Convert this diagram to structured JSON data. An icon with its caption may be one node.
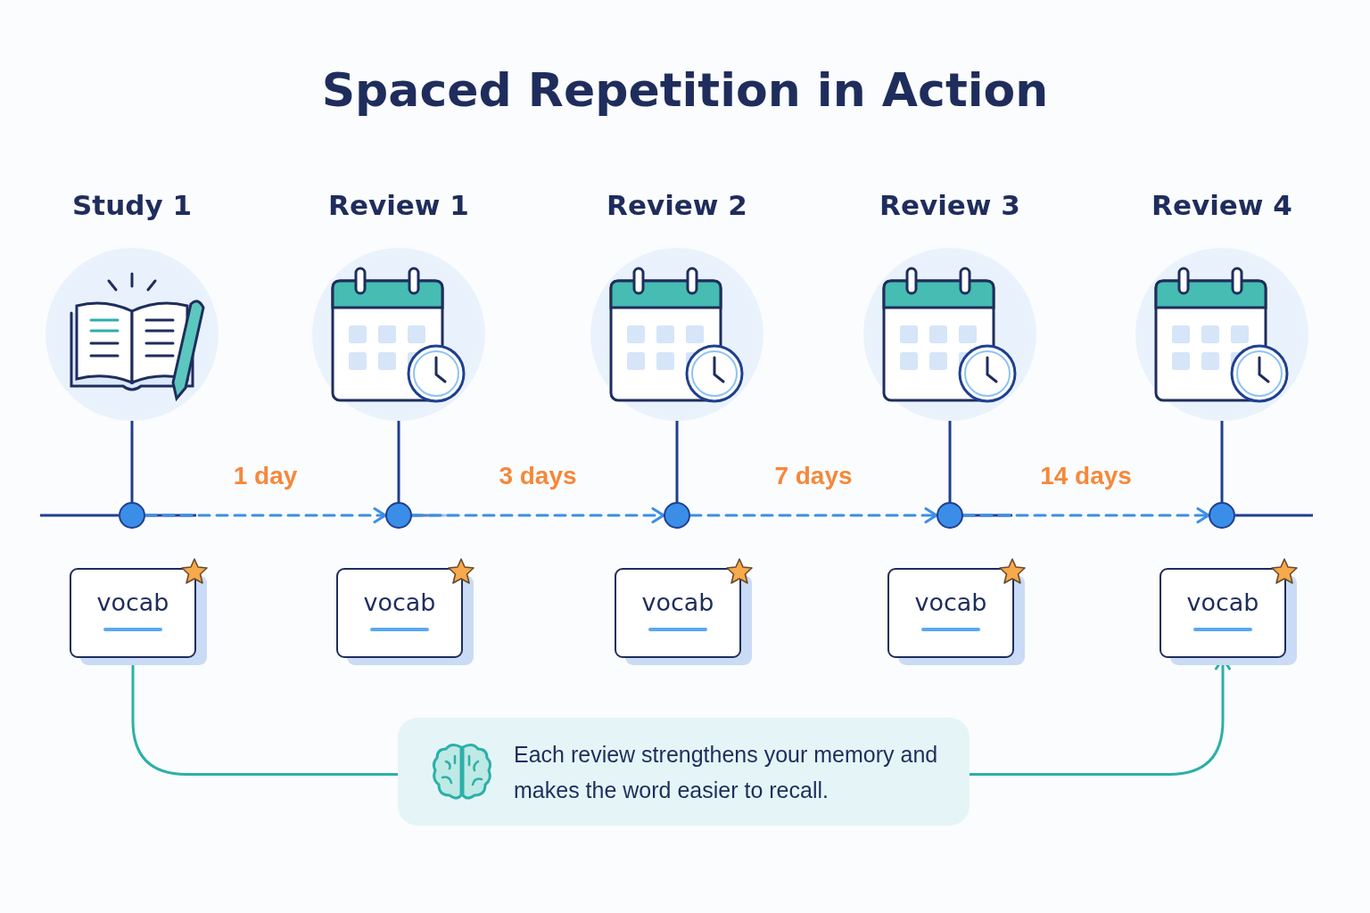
{
  "diagram": {
    "title": "Spaced Repetition in Action",
    "nodes": [
      {
        "text": [
          "Study 1"
        ]
      },
      {
        "text": [
          "Review 1"
        ]
      },
      {
        "text": [
          "Review 2"
        ]
      },
      {
        "text": [
          "Review 3"
        ]
      },
      {
        "text": [
          "Review 4"
        ]
      },
      {
        "text": [],
        "shape": "circle"
      },
      {
        "text": [],
        "shape": "circle"
      },
      {
        "text": [],
        "shape": "circle"
      },
      {
        "text": [],
        "shape": "circle"
      },
      {
        "text": [],
        "shape": "circle"
      },
      {
        "text": [
          "vocab"
        ]
      },
      {
        "text": [
          "vocab"
        ]
      },
      {
        "text": [
          "vocab"
        ]
      },
      {
        "text": [
          "vocab"
        ]
      },
      {
        "text": [
          "vocab"
        ]
      },
      {
        "text": [
          "Each review strengthens your memory and makes the word easier to recall."
        ]
      }
    ],
    "edges": [
      {
        "from": 0,
        "to": 5,
        "arrow": "none"
      },
      {
        "from": 1,
        "to": 6,
        "arrow": "none"
      },
      {
        "from": 2,
        "to": 7,
        "arrow": "none"
      },
      {
        "from": 3,
        "to": 8,
        "arrow": "none"
      },
      {
        "from": 4,
        "to": 9,
        "arrow": "none"
      },
      {
        "from": 5,
        "to": 6,
        "arrow": "to",
        "label": "1 day",
        "style": "dashed",
        "color": "#3b8ee8"
      },
      {
        "from": 6,
        "to": 7,
        "arrow": "to",
        "label": "3 days",
        "style": "dashed",
        "color": "#3b8ee8"
      },
      {
        "from": 7,
        "to": 8,
        "arrow": "to",
        "label": "7 days",
        "style": "dashed",
        "color": "#3b8ee8"
      },
      {
        "from": 8,
        "to": 9,
        "arrow": "to",
        "label": "14 days",
        "style": "dashed",
        "color": "#3b8ee8"
      },
      {
        "from": 10,
        "to": 15,
        "arrow": "none",
        "color": "#2bb0a8"
      },
      {
        "from": 15,
        "to": 14,
        "arrow": "to",
        "color": "#2bb0a8"
      }
    ]
  }
}
